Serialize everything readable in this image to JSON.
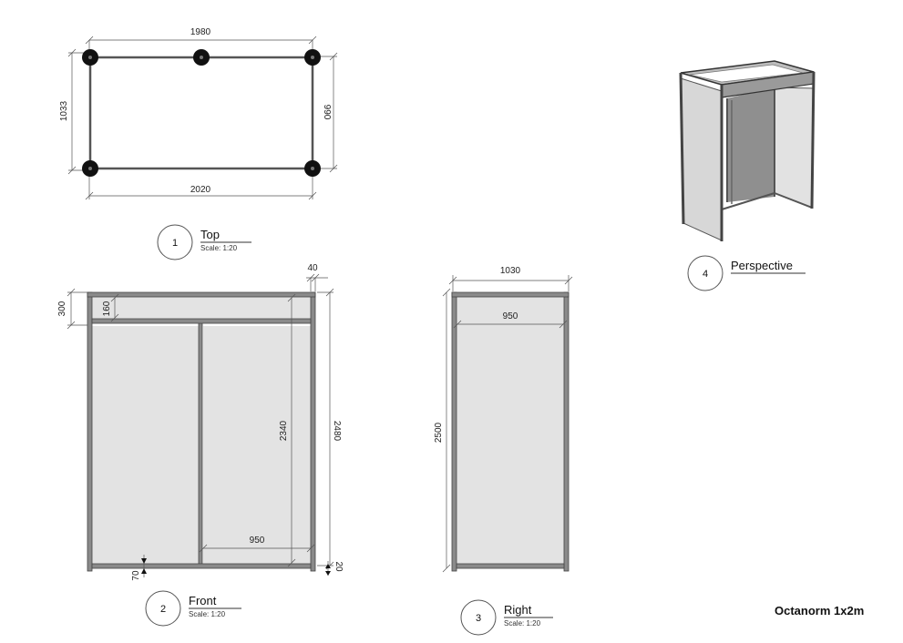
{
  "title": "Octanorm 1x2m",
  "views": {
    "top": {
      "number": "1",
      "name": "Top",
      "scale": "Scale: 1:20",
      "dims": {
        "top_width": "1980",
        "bottom_width": "2020",
        "left_depth": "1033",
        "right_depth": "990"
      }
    },
    "front": {
      "number": "2",
      "name": "Front",
      "scale": "Scale: 1:20",
      "dims": {
        "header_height": "300",
        "header_inner": "160",
        "post_width": "40",
        "inner_height": "2340",
        "total_height": "2480",
        "panel_width": "950",
        "bottom_offset": "70",
        "base_height": "20"
      }
    },
    "right": {
      "number": "3",
      "name": "Right",
      "scale": "Scale: 1:20",
      "dims": {
        "outer_width": "1030",
        "inner_width": "950",
        "height": "2500"
      }
    },
    "perspective": {
      "number": "4",
      "name": "Perspective"
    }
  }
}
